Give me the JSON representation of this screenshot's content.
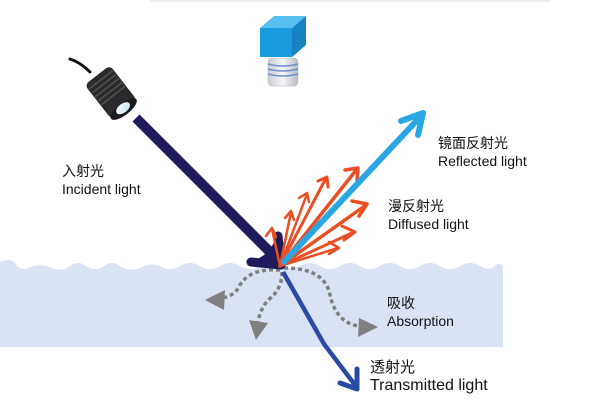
{
  "title": "Light interaction with a surface: reflection, diffusion, absorption, transmission",
  "colors": {
    "incident": "#1e1a5c",
    "reflected": "#2aa7e3",
    "diffused": "#ea4f24",
    "absorption": "#808080",
    "transmitted": "#2a4aa3",
    "medium": "#d9e3f3",
    "camera": "#1b9be0"
  },
  "labels": {
    "incident": {
      "zh": "入射光",
      "en": "Incident light"
    },
    "reflected": {
      "zh": "镜面反射光",
      "en": "Reflected light"
    },
    "diffused": {
      "zh": "漫反射光",
      "en": "Diffused light"
    },
    "absorption": {
      "zh": "吸收",
      "en": "Absorption"
    },
    "transmitted": {
      "zh": "透射光",
      "en": "Transmitted light"
    }
  },
  "components": {
    "light_source": "spotlight-icon",
    "camera": "camera-icon",
    "medium": "surface-medium"
  }
}
